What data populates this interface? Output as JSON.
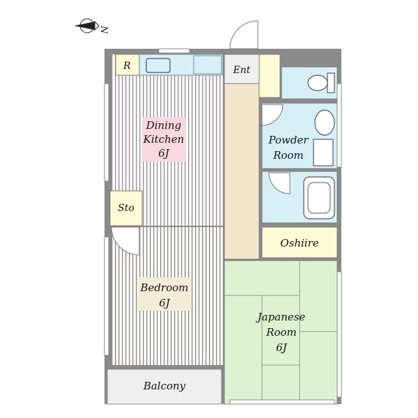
{
  "compass": {
    "label": "N",
    "icon": "north-arrow-icon"
  },
  "rooms": {
    "refrigerator": {
      "label": "R"
    },
    "entrance": {
      "label": "Ent"
    },
    "dining_kitchen": {
      "line1": "Dining",
      "line2": "Kitchen",
      "size": "6J"
    },
    "storage": {
      "label": "Sto"
    },
    "powder_room": {
      "line1": "Powder",
      "line2": "Room"
    },
    "oshiire": {
      "label": "Oshiire"
    },
    "bedroom": {
      "line1": "Bedroom",
      "size": "6J"
    },
    "japanese_room": {
      "line1": "Japanese",
      "line2": "Room",
      "size": "6J"
    },
    "balcony": {
      "label": "Balcony"
    }
  },
  "colors": {
    "wall": "#8a8a8a",
    "wall_dark": "#6e6e6e",
    "floor_wood": "#ffffff",
    "wood_stripe": "#9a8e98",
    "dk_tag": "#f7d9df",
    "bedroom_tag": "#f4ecd6",
    "entrance": "#f0f0f0",
    "hallway": "#f2e6cc",
    "water": "#d7f0f7",
    "closet": "#fdfbd6",
    "tatami": "#dcf2d0",
    "balcony": "#efefef"
  }
}
